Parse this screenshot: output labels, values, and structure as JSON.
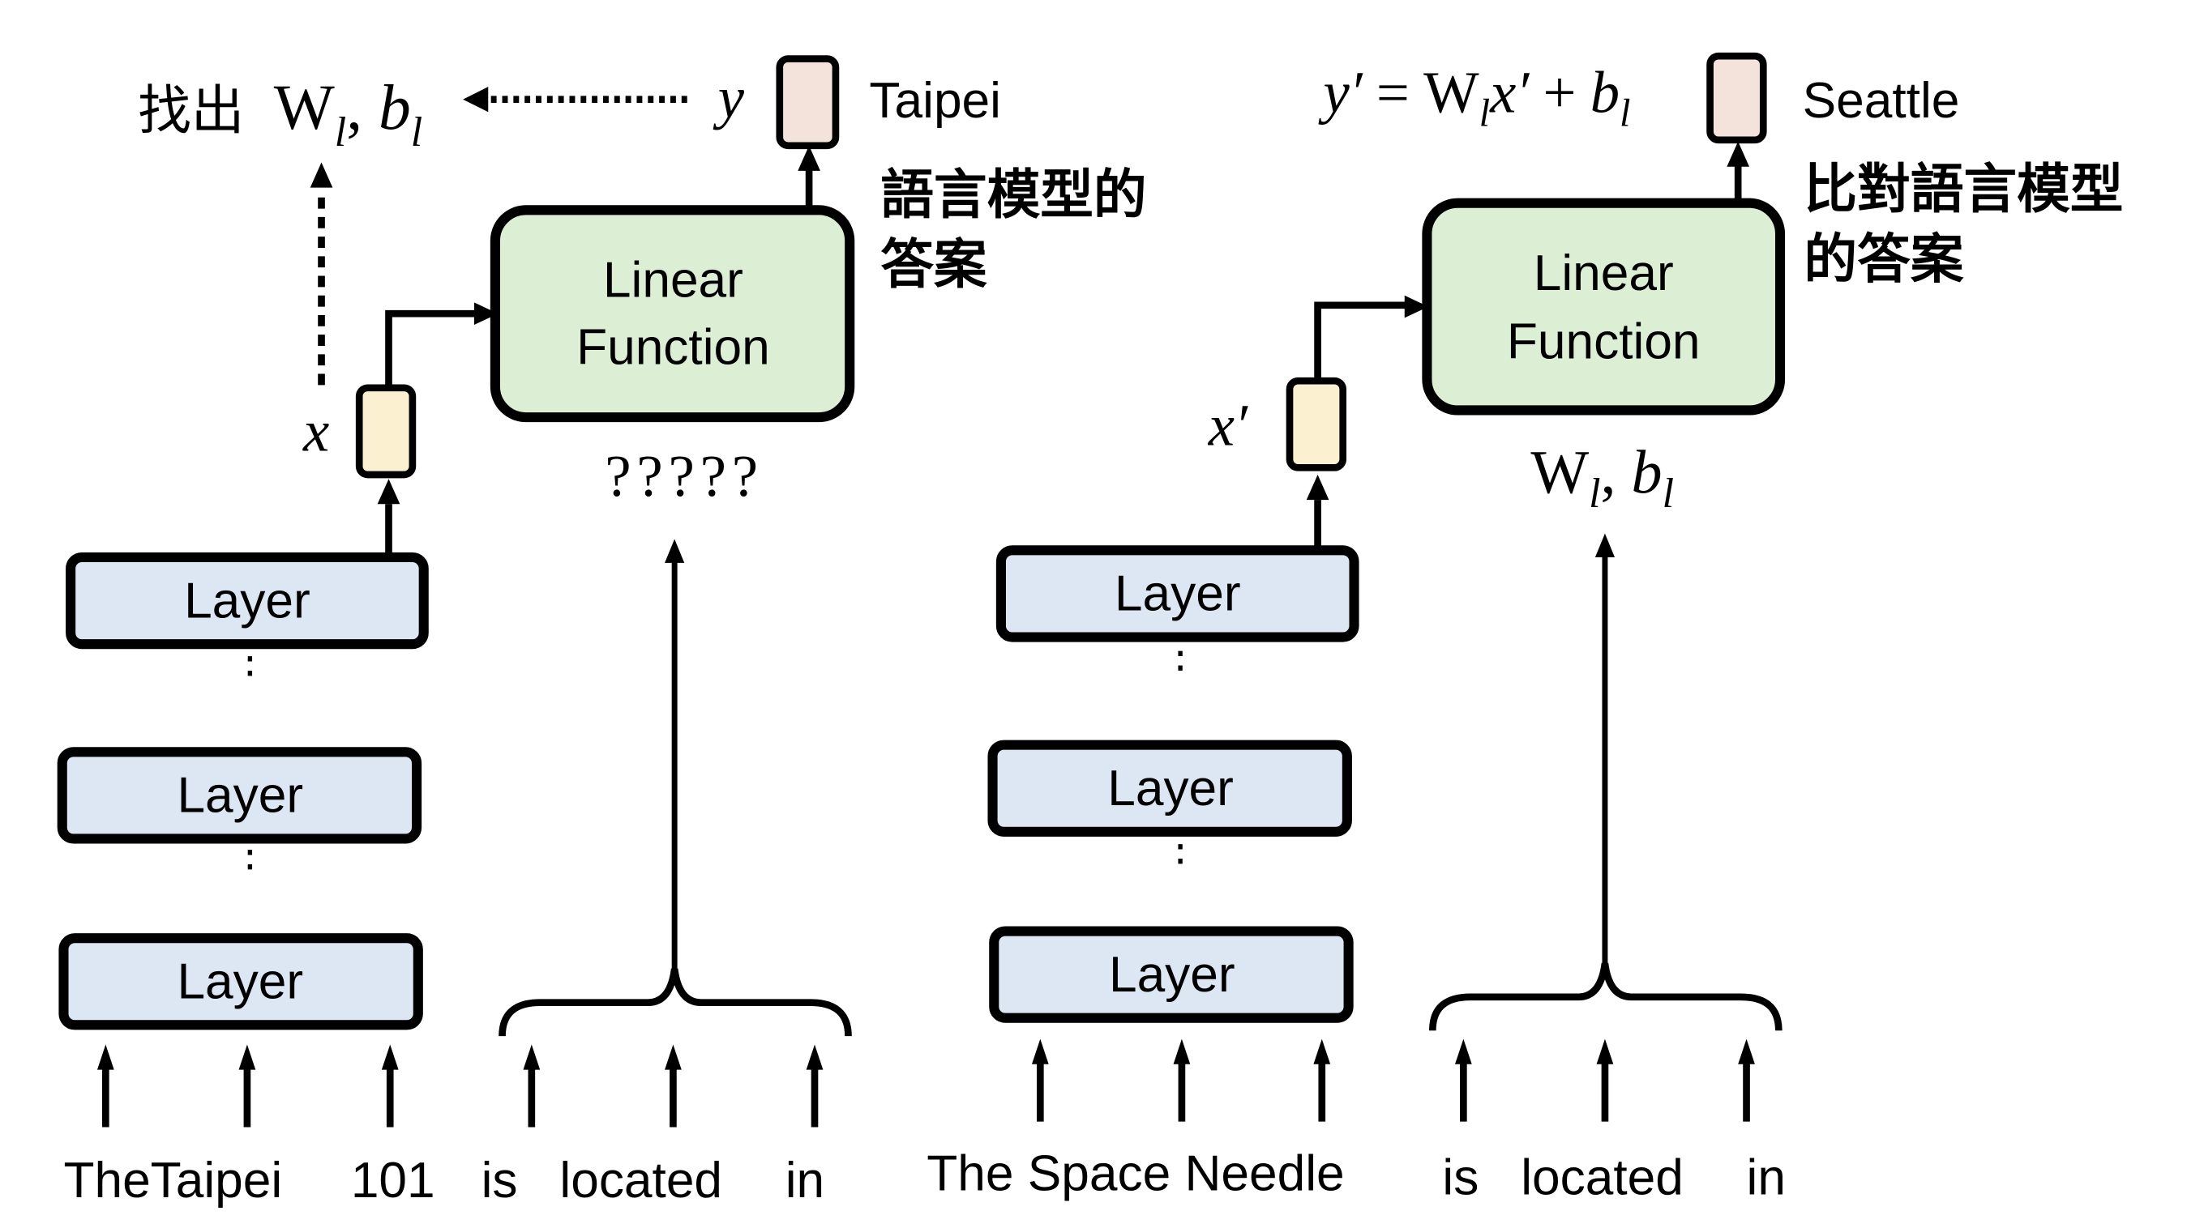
{
  "colors": {
    "layer_fill": "#dde7f4",
    "linear_fill": "#dcefd5",
    "x_vector_fill": "#fbf1d0",
    "y_vector_fill": "#f4e3da",
    "stroke": "#000000"
  },
  "left": {
    "find_label": "找出",
    "find_params": "W",
    "find_sub": "l",
    "find_b": "b",
    "find_b_sub": "l",
    "y_label": "y",
    "output_word": "Taipei",
    "answer_note_line1": "語言模型的",
    "answer_note_line2": "答案",
    "linear_line1": "Linear",
    "linear_line2": "Function",
    "unknown_params": "?????",
    "x_label": "x",
    "layer_label": "Layer",
    "tokens": [
      "The",
      "Taipei",
      "101",
      "is",
      "located",
      "in"
    ]
  },
  "right": {
    "equation_y": "y′",
    "equation_eq": "=",
    "equation_W": "W",
    "equation_Wsub": "l",
    "equation_x": "x′",
    "equation_plus": "+",
    "equation_b": "b",
    "equation_bsub": "l",
    "output_word": "Seattle",
    "answer_note_line1": "比對語言模型",
    "answer_note_line2": "的答案",
    "linear_line1": "Linear",
    "linear_line2": "Function",
    "params_W": "W",
    "params_Wsub": "l",
    "params_b": "b",
    "params_bsub": "l",
    "x_label": "x′",
    "layer_label": "Layer",
    "tokens": [
      "The Space Needle",
      "is",
      "located",
      "in"
    ]
  }
}
